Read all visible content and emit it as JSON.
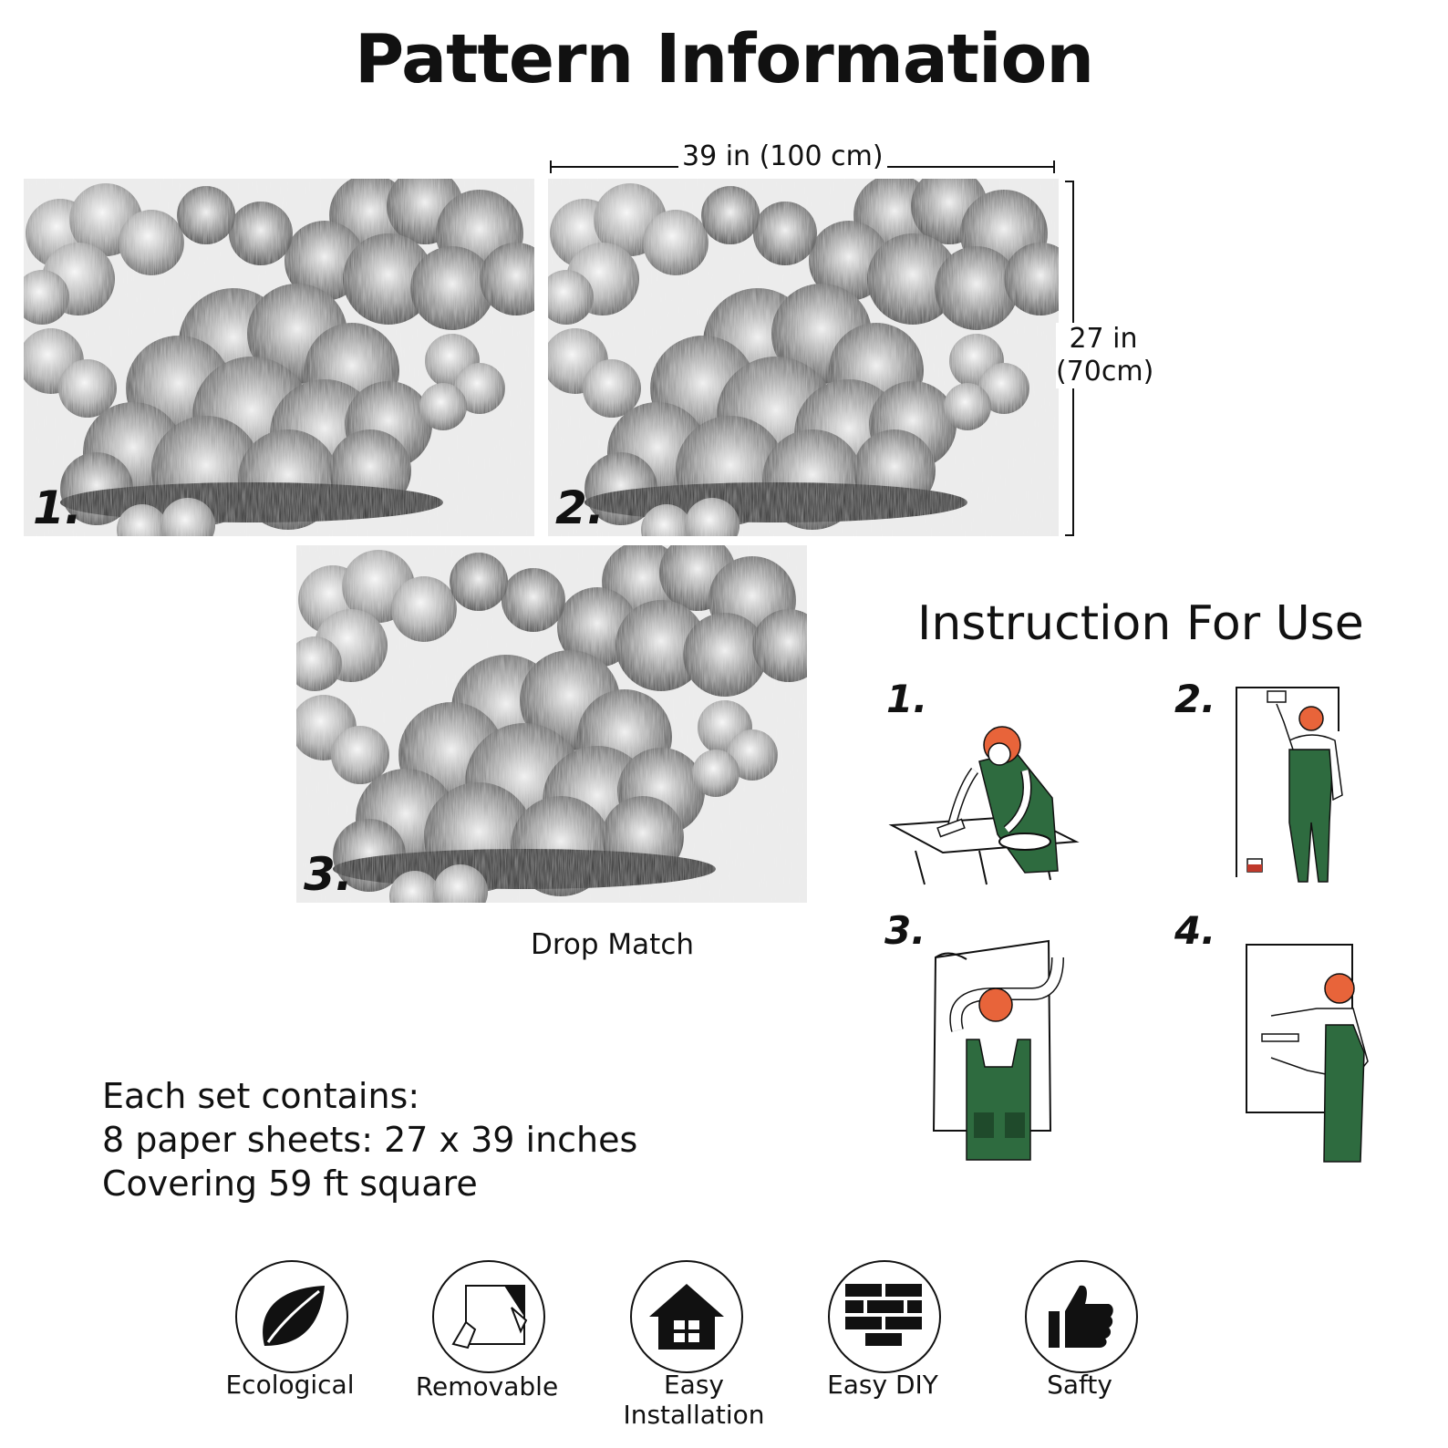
{
  "title": "Pattern Information",
  "panels": [
    {
      "label": "1."
    },
    {
      "label": "2."
    },
    {
      "label": "3."
    }
  ],
  "dimensions": {
    "width": "39 in (100 cm)",
    "height_line1": "27 in",
    "height_line2": "(70cm)"
  },
  "match_type": "Drop Match",
  "instructions": {
    "heading": "Instruction For Use",
    "steps": [
      {
        "label": "1.",
        "icon": "worker-pasting-table-icon"
      },
      {
        "label": "2.",
        "icon": "worker-brushing-wall-icon"
      },
      {
        "label": "3.",
        "icon": "worker-hanging-sheet-icon"
      },
      {
        "label": "4.",
        "icon": "worker-smoothing-sheet-icon"
      }
    ]
  },
  "set_contents": {
    "line1": "Each set contains:",
    "line2": "8 paper sheets: 27 x 39 inches",
    "line3": "Covering 59 ft square"
  },
  "features": [
    {
      "label": "Ecological",
      "icon": "leaf-icon"
    },
    {
      "label": "Removable",
      "icon": "peel-sheet-icon"
    },
    {
      "label": "Easy Installation",
      "icon": "house-icon"
    },
    {
      "label": "Easy DIY",
      "icon": "brick-wall-icon"
    },
    {
      "label": "Safty",
      "icon": "thumbs-up-icon"
    }
  ],
  "colors": {
    "overalls_green": "#2e6b3f",
    "hair_orange": "#e8643a",
    "cloud_dark": "#3a3a3a",
    "sky_light": "#ececec"
  }
}
